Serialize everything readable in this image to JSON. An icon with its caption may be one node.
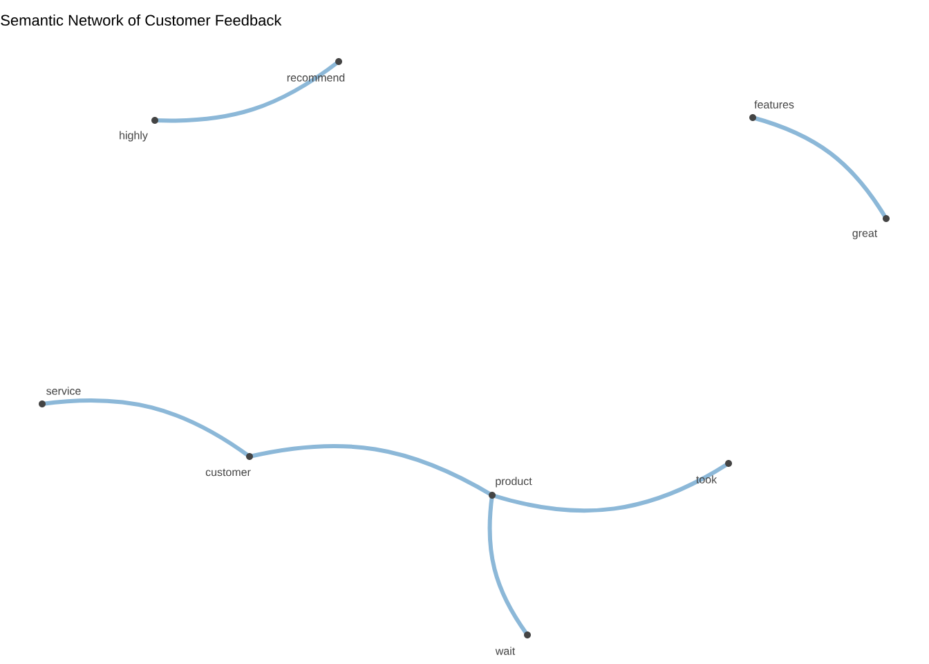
{
  "diagram": {
    "title": "Semantic Network of Customer Feedback",
    "nodes": [
      {
        "text": [
          "recommend"
        ]
      },
      {
        "text": [
          "highly"
        ]
      },
      {
        "text": [
          "features"
        ]
      },
      {
        "text": [
          "great"
        ]
      },
      {
        "text": [
          "service"
        ]
      },
      {
        "text": [
          "customer"
        ]
      },
      {
        "text": [
          "product"
        ]
      },
      {
        "text": [
          "took"
        ]
      },
      {
        "text": [
          "wait"
        ]
      }
    ],
    "edges": [
      {
        "from": 1,
        "to": 0,
        "arrow": "none"
      },
      {
        "from": 2,
        "to": 3,
        "arrow": "none"
      },
      {
        "from": 4,
        "to": 5,
        "arrow": "none"
      },
      {
        "from": 5,
        "to": 6,
        "arrow": "none"
      },
      {
        "from": 6,
        "to": 7,
        "arrow": "none"
      },
      {
        "from": 6,
        "to": 8,
        "arrow": "none"
      }
    ]
  }
}
